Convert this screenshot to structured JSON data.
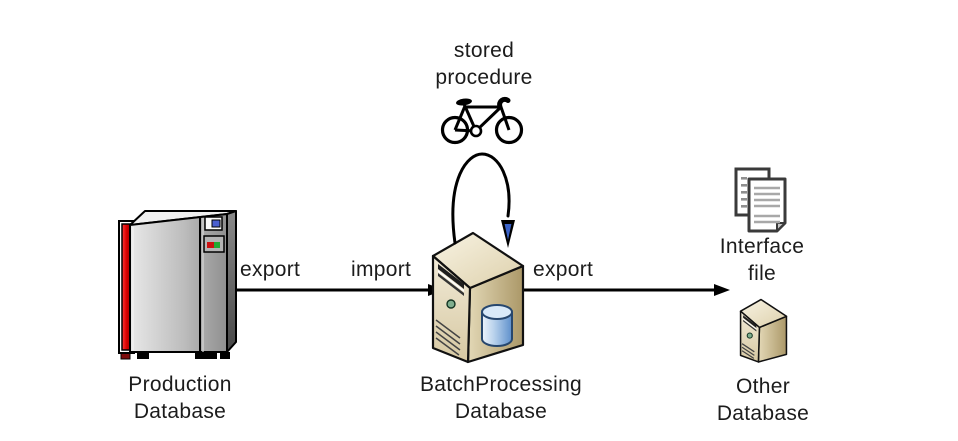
{
  "nodes": {
    "stored_procedure": {
      "line1": "stored",
      "line2": "procedure"
    },
    "production_database": {
      "line1": "Production",
      "line2": "Database"
    },
    "batch_processing_database": {
      "line1": "BatchProcessing",
      "line2": "Database"
    },
    "interface_file": {
      "line1": "Interface",
      "line2": "file"
    },
    "other_database": {
      "line1": "Other",
      "line2": "Database"
    }
  },
  "edges": {
    "production_to_batch": {
      "source_label": "export",
      "target_label": "import"
    },
    "batch_to_outputs": {
      "source_label": "export"
    }
  },
  "icons": {
    "stored_procedure": "bicycle-icon",
    "stored_procedure_loop": "self-loop-arrow-icon",
    "production_database": "mainframe-icon",
    "batch_processing_database": "server-tower-database-icon",
    "interface_file": "documents-icon",
    "other_database": "server-tower-icon"
  },
  "colors": {
    "background": "#ffffff",
    "arrow": "#000000",
    "loop_arrowhead_inner_blue": "#3a62c8",
    "server_beige": "#e9dfc1",
    "server_side_tan": "#c3b184",
    "database_cylinder_blue": "#5d8fcb",
    "mainframe_door_red": "#cc0000",
    "mainframe_gray": "#b5b5b5",
    "indicator_blue": "#4a5fd0",
    "indicator_red": "#cc1111",
    "indicator_green": "#22aa33",
    "power_button_green": "#7fae8e",
    "document_outline_gray": "#3a3a3a",
    "document_line_gray": "#a8a8a8"
  }
}
